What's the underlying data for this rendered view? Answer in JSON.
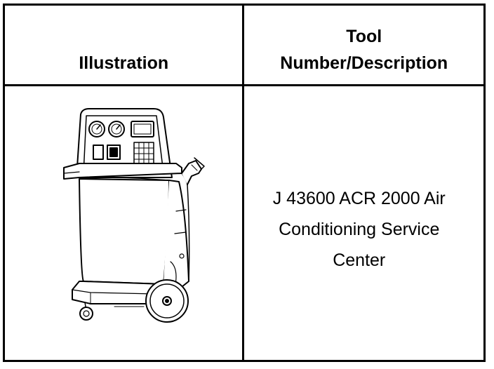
{
  "table": {
    "headers": {
      "illustration": "Illustration",
      "tool": "Tool\nNumber/Description"
    },
    "rows": [
      {
        "illustration_icon": "ac-service-center-machine-icon",
        "description": "J 43600 ACR 2000 Air\nConditioning Service\nCenter"
      }
    ]
  },
  "colors": {
    "ink": "#000000",
    "background": "#ffffff"
  }
}
